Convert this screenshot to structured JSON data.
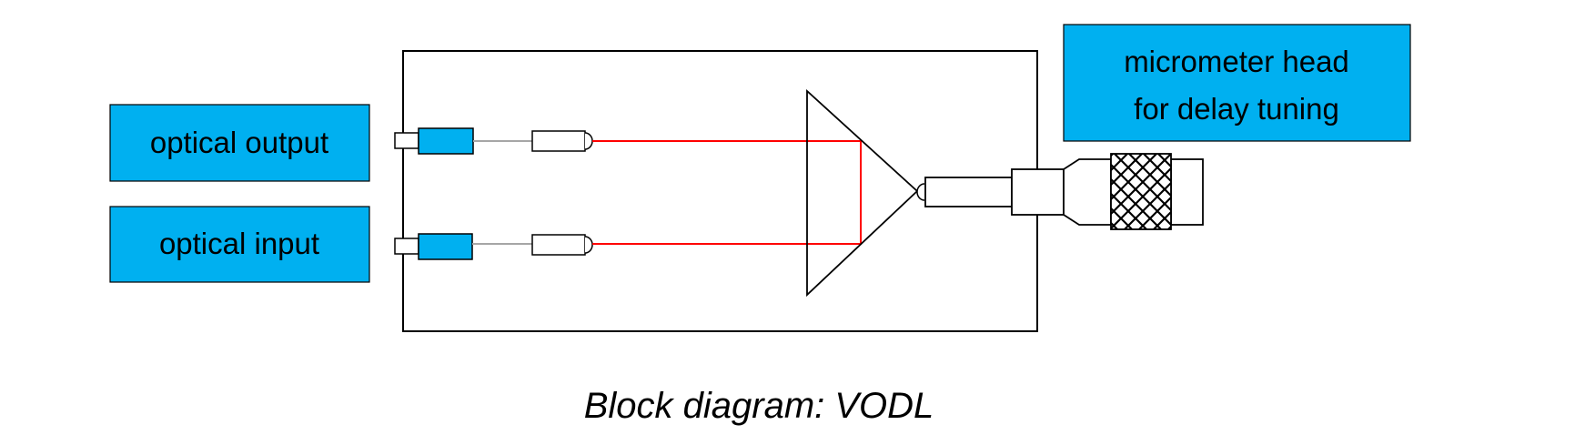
{
  "labels": {
    "optical_output": "optical output",
    "optical_input": "optical input",
    "micrometer_line1": "micrometer head",
    "micrometer_line2": "for delay tuning"
  },
  "caption": "Block diagram: VODL",
  "colors": {
    "label_fill": "#00B0F0",
    "beam": "#FF0000",
    "fiber": "#A6A6A6",
    "outline": "#000000"
  }
}
